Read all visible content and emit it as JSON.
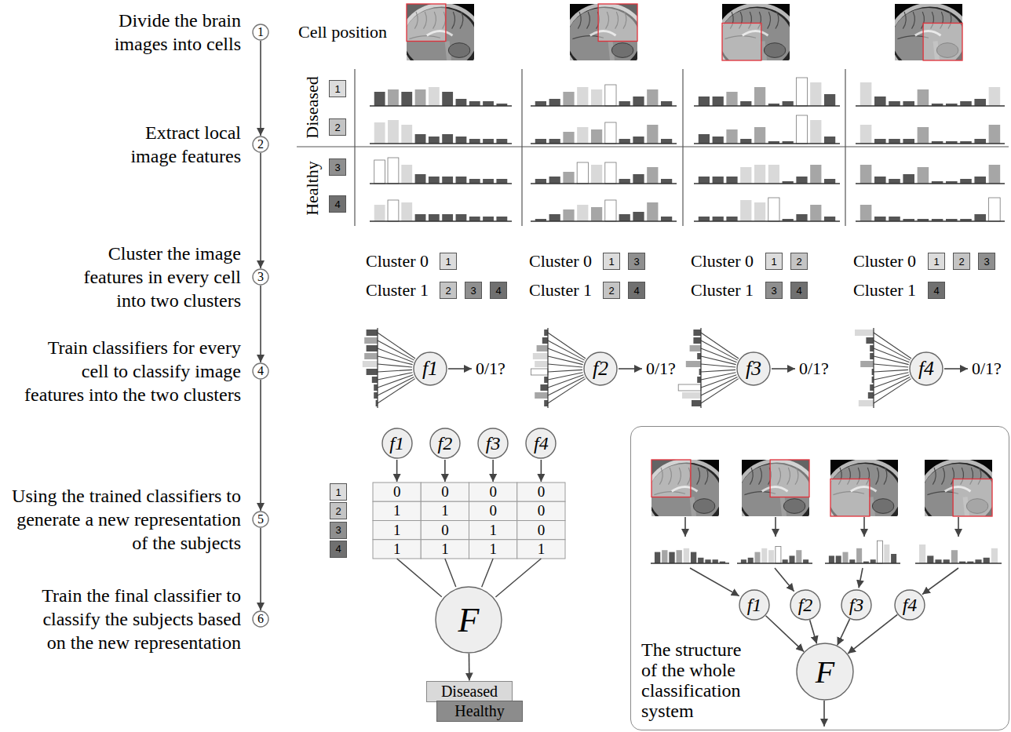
{
  "diagram": {
    "nodes": [
      {
        "text": [
          "Divide the brain images into cells",
          "1"
        ]
      },
      {
        "text": [
          "Extract local image features",
          "2"
        ]
      },
      {
        "text": [
          "Cluster the image features in every cell into two clusters",
          "3"
        ]
      },
      {
        "text": [
          "Train classifiers for every cell to classify image features into the two clusters",
          "4"
        ]
      },
      {
        "text": [
          "Using the trained classifiers to generate a new representation of the subjects",
          "5"
        ]
      },
      {
        "text": [
          "Train the final classifier to classify the subjects based on the new representation",
          "6"
        ]
      },
      {
        "text": [
          "1"
        ]
      },
      {
        "text": [
          "2"
        ]
      },
      {
        "text": [
          "3"
        ]
      },
      {
        "text": [
          "4"
        ]
      },
      {
        "text": [
          "1"
        ]
      },
      {
        "text": [
          "2"
        ]
      },
      {
        "text": [
          "3"
        ]
      },
      {
        "text": [
          "4"
        ]
      },
      {
        "text": [
          "1"
        ]
      },
      {
        "text": [
          "3"
        ]
      },
      {
        "text": [
          "2"
        ]
      },
      {
        "text": [
          "4"
        ]
      },
      {
        "text": [
          "1"
        ]
      },
      {
        "text": [
          "2"
        ]
      },
      {
        "text": [
          "3"
        ]
      },
      {
        "text": [
          "4"
        ]
      },
      {
        "text": [
          "1"
        ]
      },
      {
        "text": [
          "2"
        ]
      },
      {
        "text": [
          "3"
        ]
      },
      {
        "text": [
          "4"
        ]
      },
      {
        "text": [
          "f1"
        ]
      },
      {
        "text": [
          "f2"
        ]
      },
      {
        "text": [
          "f3"
        ]
      },
      {
        "text": [
          "f4"
        ]
      },
      {
        "text": [
          "f1"
        ]
      },
      {
        "text": [
          "f2"
        ]
      },
      {
        "text": [
          "f3"
        ]
      },
      {
        "text": [
          "f4"
        ]
      },
      {
        "text": [
          "1"
        ]
      },
      {
        "text": [
          "2"
        ]
      },
      {
        "text": [
          "3"
        ]
      },
      {
        "text": [
          "4"
        ]
      },
      {
        "text": [
          "F"
        ]
      },
      {
        "text": [
          "Diseased"
        ]
      },
      {
        "text": [
          "Healthy"
        ]
      },
      {
        "text": [
          "The structure of the whole classification system"
        ]
      },
      {
        "text": [
          "f1"
        ],
        "in": 41
      },
      {
        "text": [
          "f2"
        ],
        "in": 41
      },
      {
        "text": [
          "f3"
        ],
        "in": 41
      },
      {
        "text": [
          "f4"
        ],
        "in": 41
      },
      {
        "text": [
          "F"
        ],
        "in": 41
      }
    ],
    "edges": [
      {
        "from": 0,
        "to": 1,
        "arrow": "to"
      },
      {
        "from": 1,
        "to": 2,
        "arrow": "to"
      },
      {
        "from": 2,
        "to": 3,
        "arrow": "to"
      },
      {
        "from": 3,
        "to": 4,
        "arrow": "to"
      },
      {
        "from": 4,
        "to": 5,
        "arrow": "to"
      },
      {
        "from": 38,
        "to": 39,
        "arrow": "to"
      },
      {
        "from": 42,
        "to": 46,
        "arrow": "to"
      },
      {
        "from": 43,
        "to": 46,
        "arrow": "to"
      },
      {
        "from": 44,
        "to": 46,
        "arrow": "to"
      },
      {
        "from": 45,
        "to": 46,
        "arrow": "to"
      }
    ],
    "labels": [
      "Cell position",
      "Diseased",
      "Healthy",
      "Cluster 0",
      "Cluster 1",
      "Cluster 0",
      "Cluster 1",
      "Cluster 0",
      "Cluster 1",
      "Cluster 0",
      "Cluster 1",
      "0/1?",
      "0/1?",
      "0/1?",
      "0/1?",
      "0",
      "0",
      "0",
      "0",
      "1",
      "1",
      "0",
      "0",
      "1",
      "0",
      "1",
      "0",
      "1",
      "1",
      "1",
      "1"
    ]
  }
}
